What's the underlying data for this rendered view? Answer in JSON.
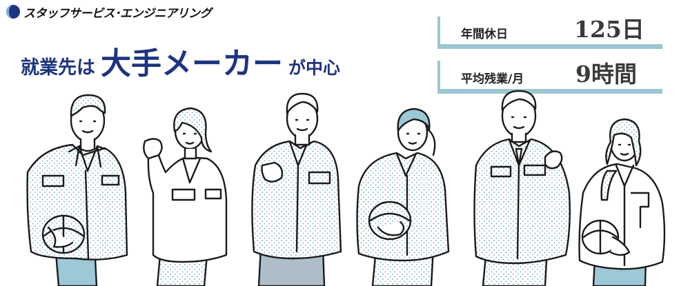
{
  "logo": {
    "text": "スタッフサービス･エンジニアリング",
    "icon": "company-logo-mark"
  },
  "headline": {
    "part1": "就業先は",
    "part2": "大手メーカー",
    "part3": "が中心"
  },
  "stats": [
    {
      "label": "年間休日",
      "value": "125日"
    },
    {
      "label": "平均残業/月",
      "value": "9時間"
    }
  ],
  "colors": {
    "navy": "#1d3480",
    "accent": "#9cc7d2",
    "fill": "#9dc8d6",
    "dots": "#6ea9bd"
  },
  "illustration": {
    "people_count": 6
  }
}
